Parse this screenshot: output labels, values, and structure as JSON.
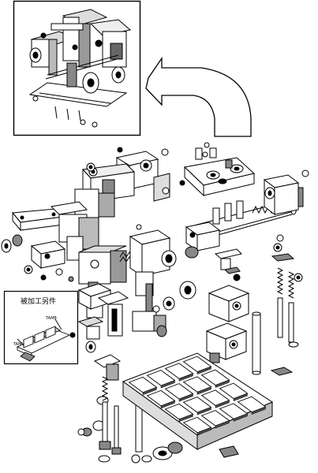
{
  "figure": {
    "workpiece_box": {
      "title": "被加工另件",
      "labels": [
        "TAMB",
        "TAML"
      ]
    }
  },
  "colors": {
    "ink": "#000000",
    "paper": "#ffffff",
    "shade": "#bdbdbd",
    "dark": "#4a4a4a"
  }
}
